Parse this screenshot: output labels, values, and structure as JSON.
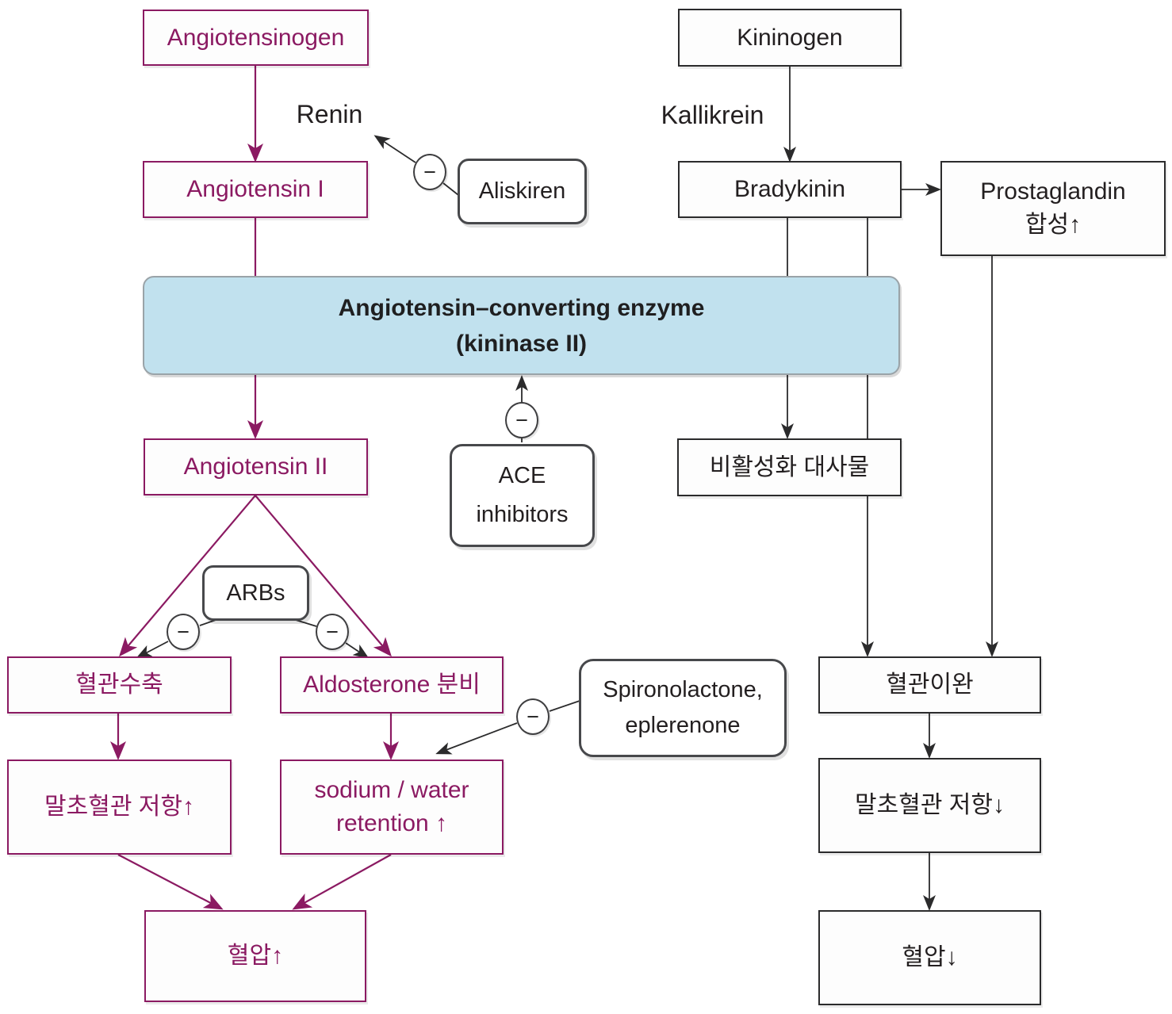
{
  "boxes": {
    "angiotensinogen": {
      "label": "Angiotensinogen"
    },
    "angiotensin1": {
      "label": "Angiotensin I"
    },
    "angiotensin2": {
      "label": "Angiotensin II"
    },
    "kininogen": {
      "label": "Kininogen"
    },
    "bradykinin": {
      "label": "Bradykinin"
    },
    "prostaglandin": {
      "line1": "Prostaglandin",
      "line2": "합성↑"
    },
    "ace_enzyme": {
      "line1": "Angiotensin–converting enzyme",
      "line2": "(kininase II)"
    },
    "inactive_metabolites": {
      "label": "비활성화 대사물"
    },
    "vasoconstriction": {
      "label": "혈관수축"
    },
    "aldosterone_secretion": {
      "label": "Aldosterone 분비"
    },
    "vasodilation": {
      "label": "혈관이완"
    },
    "peripheral_resistance_up": {
      "label": "말초혈관 저항↑"
    },
    "sodium_water_retention": {
      "line1": "sodium / water",
      "line2": "retention ↑"
    },
    "peripheral_resistance_down": {
      "label": "말초혈관 저항↓"
    },
    "blood_pressure_up": {
      "label": "혈압↑"
    },
    "blood_pressure_down": {
      "label": "혈압↓"
    }
  },
  "drugs": {
    "aliskiren": {
      "label": "Aliskiren"
    },
    "ace_inhibitors": {
      "line1": "ACE",
      "line2": "inhibitors"
    },
    "arbs": {
      "label": "ARBs"
    },
    "spironolactone": {
      "line1": "Spironolactone,",
      "line2": "eplerenone"
    }
  },
  "enzyme_labels": {
    "renin": "Renin",
    "kallikrein": "Kallikrein"
  },
  "inhibition_sign": "−",
  "colors": {
    "pathway_purple": "#8b1a62",
    "ink_black": "#2b2b2c",
    "ace_box_fill": "#c1e1ee",
    "box_background": "#fdfdfd"
  }
}
